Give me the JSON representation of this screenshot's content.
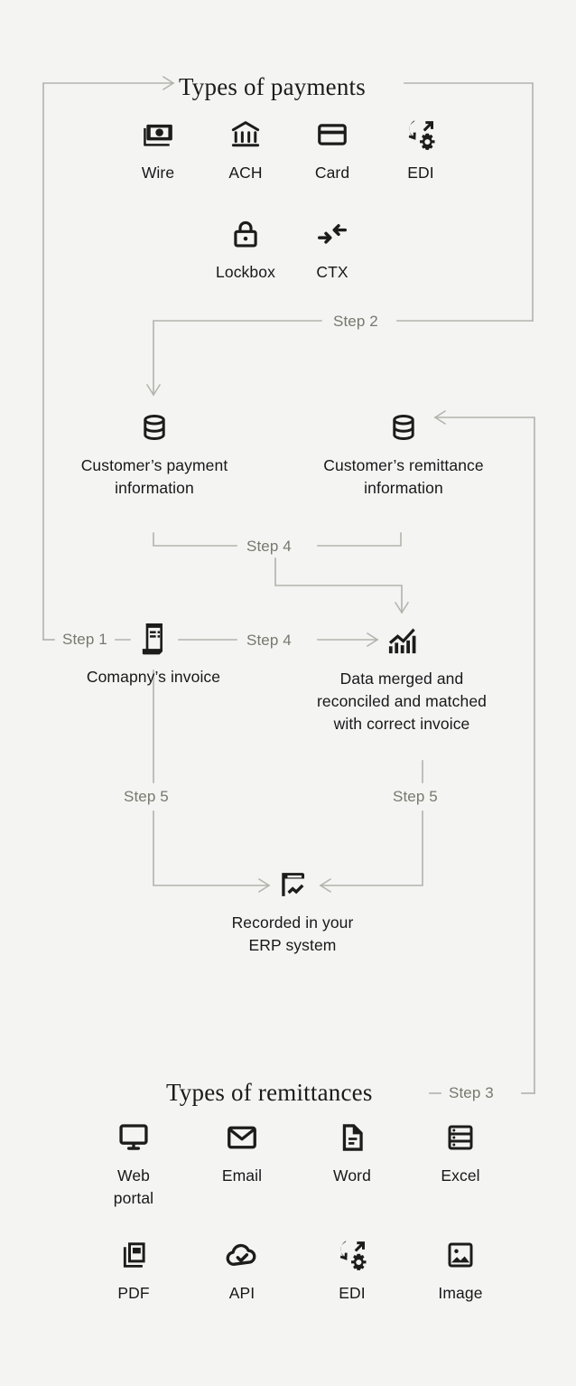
{
  "diagram": {
    "title_payments": "Types of payments",
    "title_remittances": "Types of remittances",
    "background_color": "#f4f4f2",
    "line_color": "#b1b3ac",
    "icon_color": "#1c1c1c",
    "step_label_color": "#77786f"
  },
  "payments": {
    "heading": "Types of payments",
    "row1": [
      {
        "label": "Wire",
        "icon": "banknote-icon"
      },
      {
        "label": "ACH",
        "icon": "bank-icon"
      },
      {
        "label": "Card",
        "icon": "credit-card-icon"
      },
      {
        "label": "EDI",
        "icon": "edi-exchange-gear-icon"
      }
    ],
    "row2": [
      {
        "label": "Lockbox",
        "icon": "padlock-icon"
      },
      {
        "label": "CTX",
        "icon": "converging-arrows-icon"
      }
    ]
  },
  "remittances": {
    "heading": "Types of remittances",
    "row1": [
      {
        "label": "Web\nportal",
        "label_line1": "Web",
        "label_line2": "portal",
        "icon": "monitor-icon"
      },
      {
        "label": "Email",
        "icon": "envelope-icon"
      },
      {
        "label": "Word",
        "icon": "document-icon"
      },
      {
        "label": "Excel",
        "icon": "spreadsheet-icon"
      }
    ],
    "row2": [
      {
        "label": "PDF",
        "icon": "pdf-file-icon"
      },
      {
        "label": "API",
        "icon": "cloud-check-icon"
      },
      {
        "label": "EDI",
        "icon": "edi-exchange-gear-icon"
      },
      {
        "label": "Image",
        "icon": "image-icon"
      }
    ]
  },
  "nodes": {
    "payment_info": {
      "icon": "database-icon",
      "line1": "Customer’s payment",
      "line2": "information"
    },
    "remittance_info": {
      "icon": "database-icon",
      "line1": "Customer’s remittance",
      "line2": "information"
    },
    "invoice": {
      "icon": "receipt-icon",
      "line1": "Comapny’s invoice"
    },
    "merged": {
      "icon": "bar-chart-trend-icon",
      "line1": "Data merged and",
      "line2": "reconciled and matched",
      "line3": "with correct invoice"
    },
    "erp": {
      "icon": "report-chart-icon",
      "line1": "Recorded in your",
      "line2": "ERP system"
    }
  },
  "steps": {
    "step1": "Step 1",
    "step2": "Step 2",
    "step3": "Step 3",
    "step4_merge": "Step 4",
    "step4_flow": "Step 4",
    "step5_left": "Step 5",
    "step5_right": "Step 5"
  }
}
